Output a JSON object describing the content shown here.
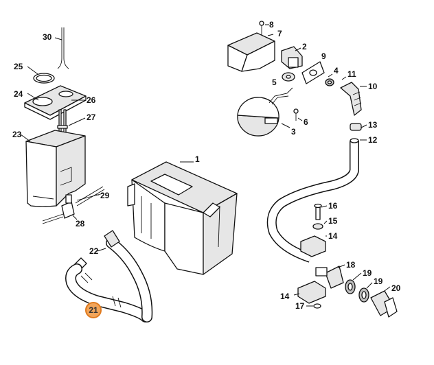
{
  "callouts": {
    "c1": "1",
    "c2": "2",
    "c3": "3",
    "c4": "4",
    "c5": "5",
    "c6": "6",
    "c7": "7",
    "c8": "8",
    "c9": "9",
    "c10": "10",
    "c11": "11",
    "c12": "12",
    "c13": "13",
    "c14a": "14",
    "c14b": "14",
    "c15": "15",
    "c16": "16",
    "c17": "17",
    "c18": "18",
    "c19a": "19",
    "c19b": "19",
    "c20": "20",
    "c21": "21",
    "c22": "22",
    "c23": "23",
    "c24": "24",
    "c25": "25",
    "c26": "26",
    "c27": "27",
    "c28": "28",
    "c29": "29",
    "c30": "30"
  },
  "highlight": {
    "label": "21",
    "color": "#f2a55a"
  }
}
